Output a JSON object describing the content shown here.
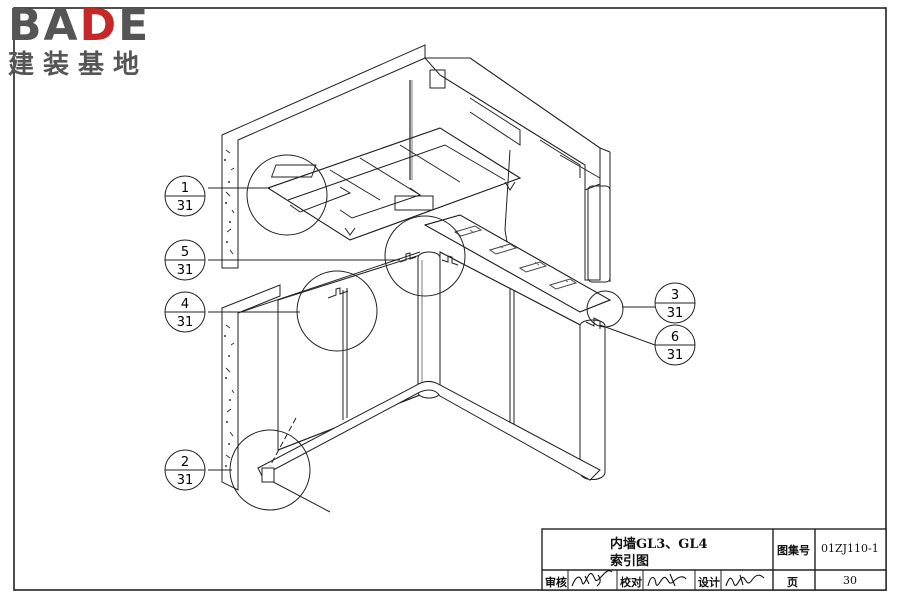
{
  "brand": {
    "name_prefix": "BA",
    "name_accent": "D",
    "name_suffix": "E",
    "subtitle": "建装基地"
  },
  "title_block": {
    "title_line1": "内墙GL3、GL4",
    "title_line2": "索引图",
    "atlas_label": "图集号",
    "atlas_number": "01ZJ110-1",
    "review_label": "审核",
    "check_label": "校对",
    "design_label": "设计",
    "page_label": "页",
    "page_number": "30"
  },
  "callouts": [
    {
      "num": "1",
      "sheet": "31"
    },
    {
      "num": "5",
      "sheet": "31"
    },
    {
      "num": "4",
      "sheet": "31"
    },
    {
      "num": "2",
      "sheet": "31"
    },
    {
      "num": "3",
      "sheet": "31"
    },
    {
      "num": "6",
      "sheet": "31"
    }
  ]
}
